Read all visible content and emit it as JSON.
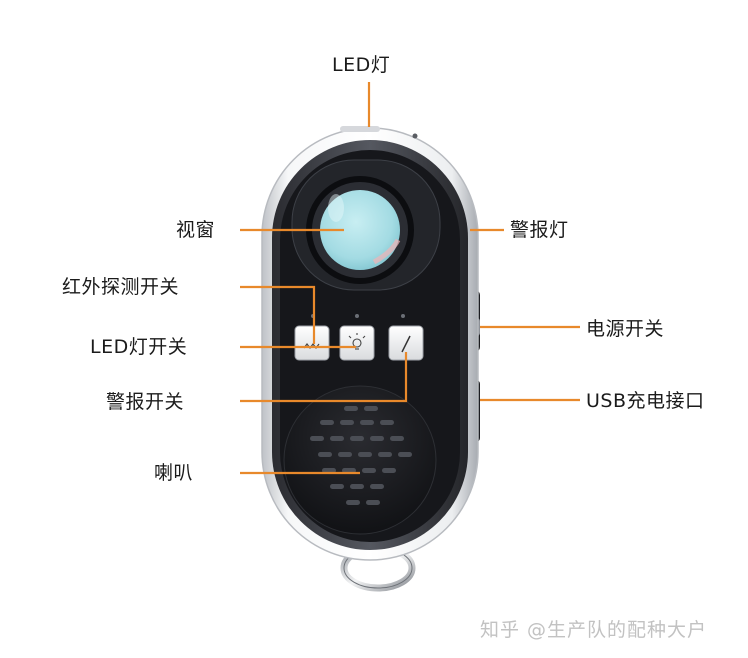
{
  "colors": {
    "callout_line": "#e8892b",
    "body_shell": "#e9eaec",
    "face_black": "#15161a",
    "lens_glass": "#a9dfe7"
  },
  "labels": {
    "led_light": "LED灯",
    "viewport": "视窗",
    "alarm_light": "警报灯",
    "infrared_switch": "红外探测开关",
    "power_switch": "电源开关",
    "led_switch": "LED灯开关",
    "usb_port": "USB充电接口",
    "alarm_switch": "警报开关",
    "speaker": "喇叭"
  },
  "watermark": {
    "text": "知乎 @生产队的配种大户"
  },
  "icons": {
    "infrared_button": "infrared-icon",
    "led_button": "lightbulb-icon",
    "alarm_button": "alarm-icon"
  }
}
